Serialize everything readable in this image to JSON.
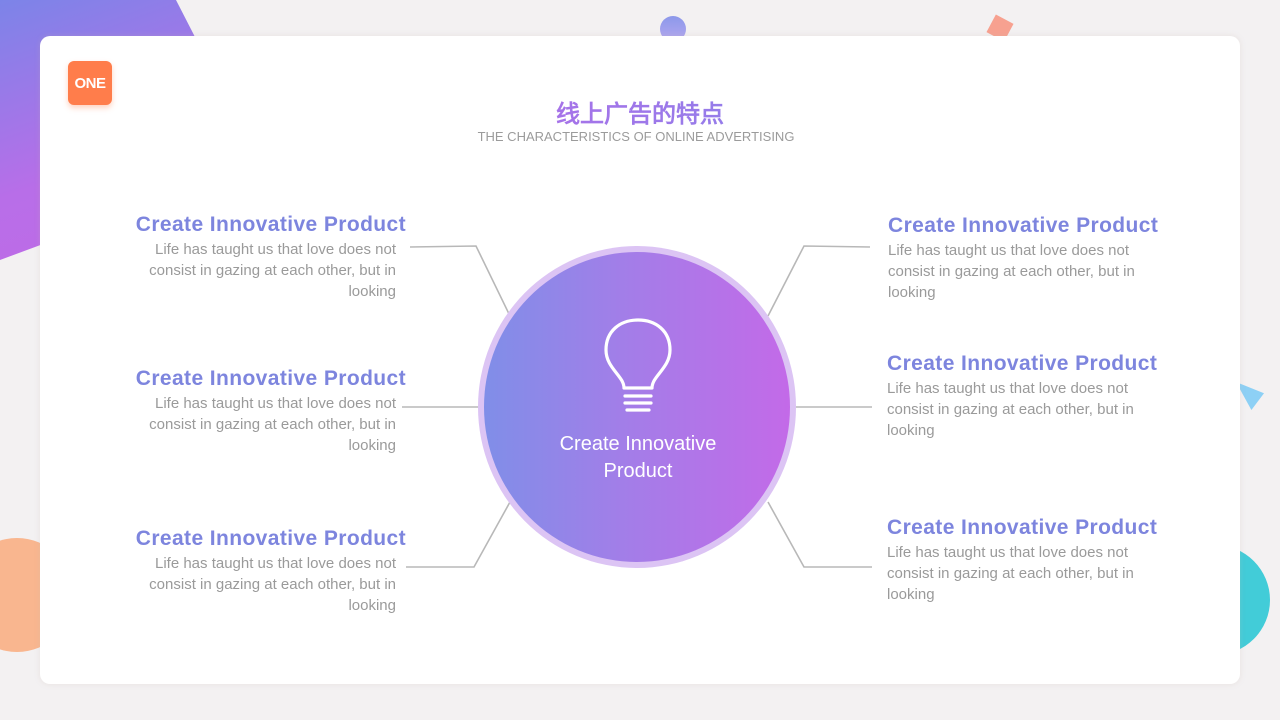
{
  "badge": {
    "label": "ONE"
  },
  "header": {
    "title": "线上广告的特点",
    "subtitle": "THE CHARACTERISTICS  OF ONLINE ADVERTISING"
  },
  "hub": {
    "label": "Create Innovative Product",
    "icon": "lightbulb-icon"
  },
  "items": [
    {
      "title": "Create Innovative Product",
      "desc": "Life has taught us that love does not consist in gazing at each other, but in looking"
    },
    {
      "title": "Create Innovative Product",
      "desc": "Life has taught us that love does not consist in gazing at each other, but in looking"
    },
    {
      "title": "Create Innovative Product",
      "desc": "Life has taught us that love does not consist in gazing at each other, but in looking"
    },
    {
      "title": "Create Innovative Product",
      "desc": "Life has taught us that love does not consist in gazing at each other, but in looking"
    },
    {
      "title": "Create Innovative Product",
      "desc": "Life has taught us that love does not consist in gazing at each other, but in looking"
    },
    {
      "title": "Create Innovative Product",
      "desc": "Life has taught us that love does not consist in gazing at each other, but in looking"
    }
  ],
  "colors": {
    "accent_purple": "#b86ee8",
    "accent_blue": "#7d85de",
    "badge_orange": "#ff7d4b",
    "teal": "#42ccd8",
    "peach": "#f9b68f"
  }
}
